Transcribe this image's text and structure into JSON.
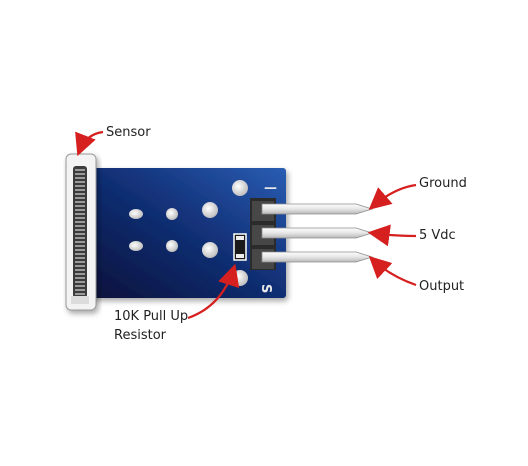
{
  "diagram": {
    "labels": {
      "sensor": "Sensor",
      "ground": "Ground",
      "five_vdc": "5 Vdc",
      "output": "Output",
      "resistor_line1": "10K Pull Up",
      "resistor_line2": "Resistor"
    },
    "pin_markings": {
      "ground_mark": "—",
      "signal_mark": "S"
    },
    "icons": [
      "arrow-icon"
    ],
    "colors": {
      "board_dark": "#0a1640",
      "board_light": "#1f4a9a",
      "arrow": "#d61f1f",
      "pin": "#ededed",
      "sensor_body": "#f2f2f2",
      "sensor_window": "#3a3a3a"
    }
  }
}
